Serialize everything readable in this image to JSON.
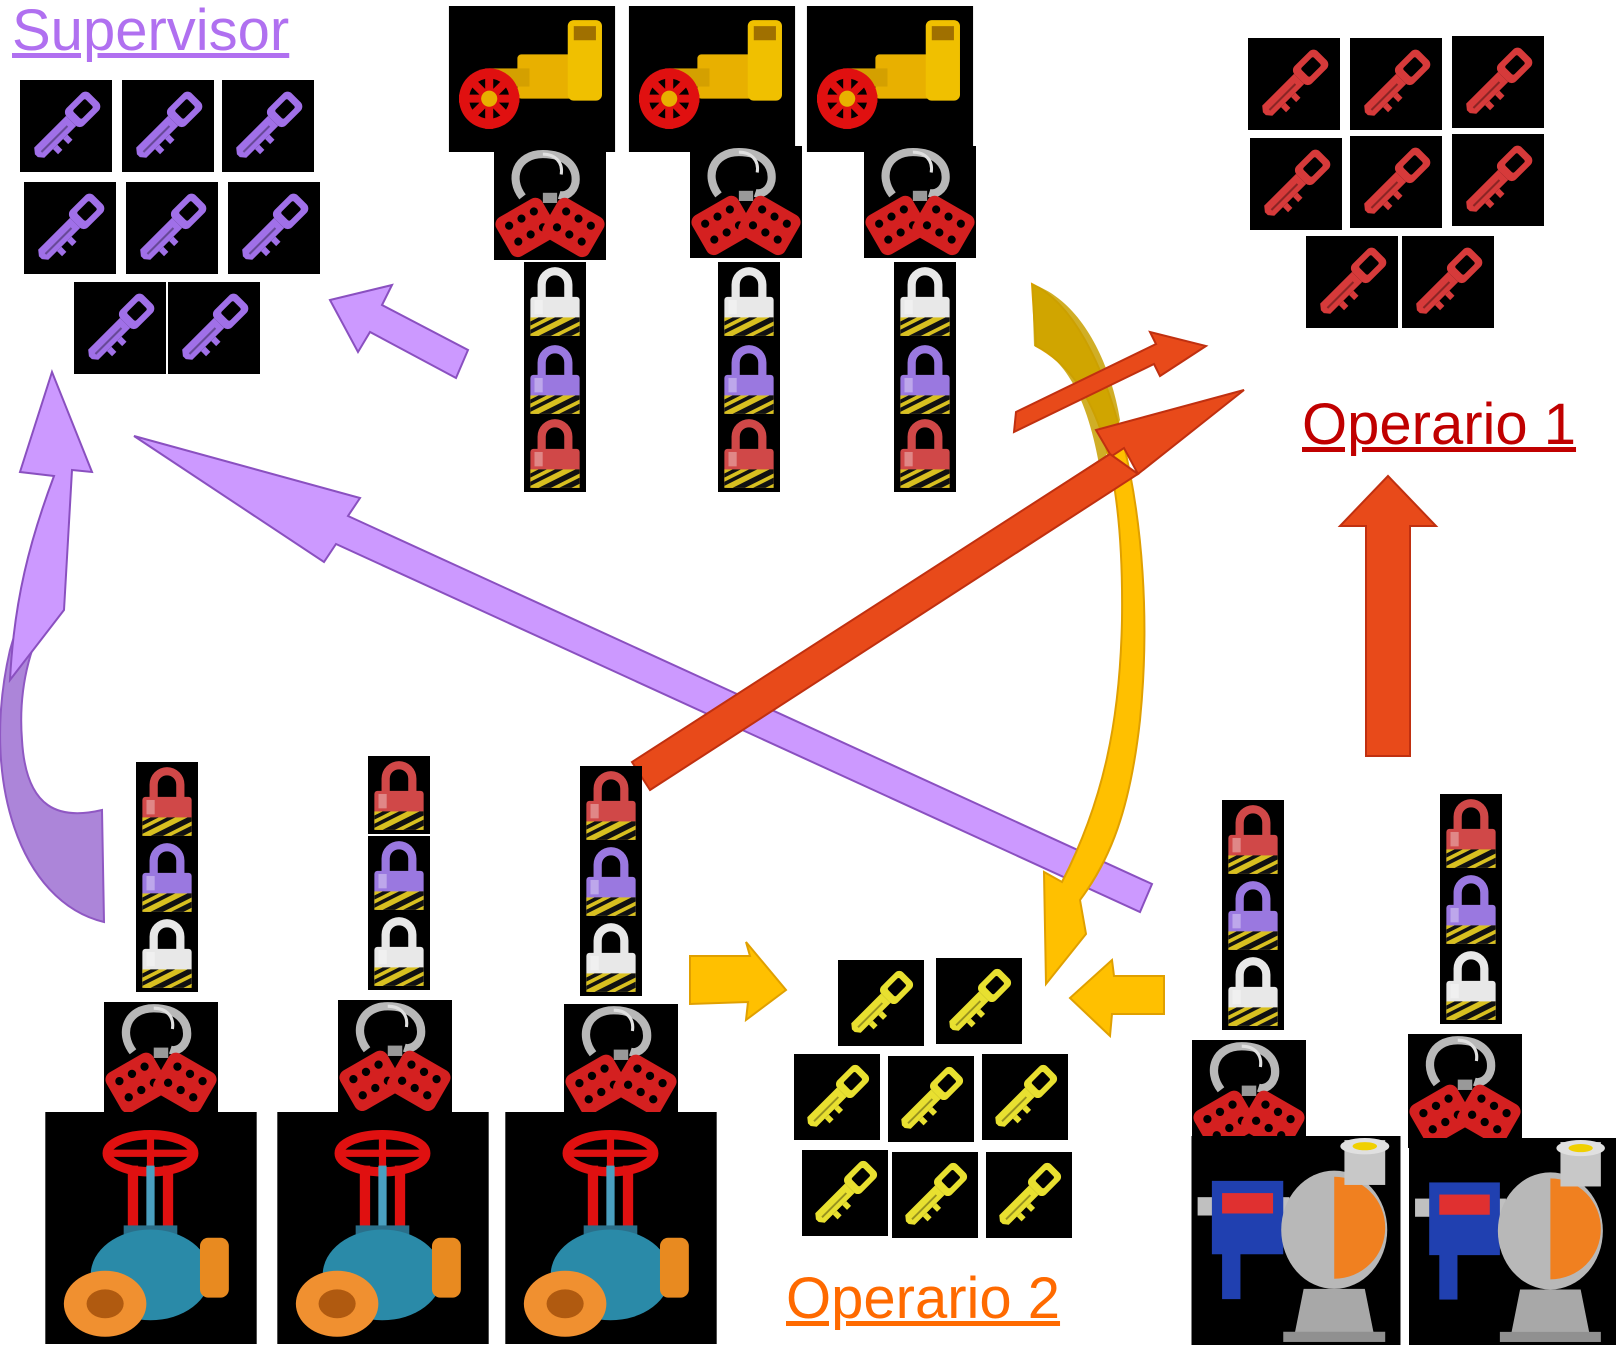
{
  "labels": {
    "supervisor": "Supervisor",
    "operario1": "Operario 1",
    "operario2": "Operario 2"
  },
  "colors": {
    "supervisor": "#b07cf0",
    "operario1": "#d63a3a",
    "operario2": "#e8e030",
    "arrow_purple": "#cc99ff",
    "arrow_red": "#e84a1a",
    "arrow_yellow": "#ffc000",
    "tile_background": "#000000"
  },
  "icons": [
    "purple-key-icon",
    "red-key-icon",
    "yellow-key-icon",
    "gate-valve-icon",
    "globe-valve-icon",
    "pump-icon",
    "lockout-hasp-icon",
    "padlock-icon"
  ]
}
